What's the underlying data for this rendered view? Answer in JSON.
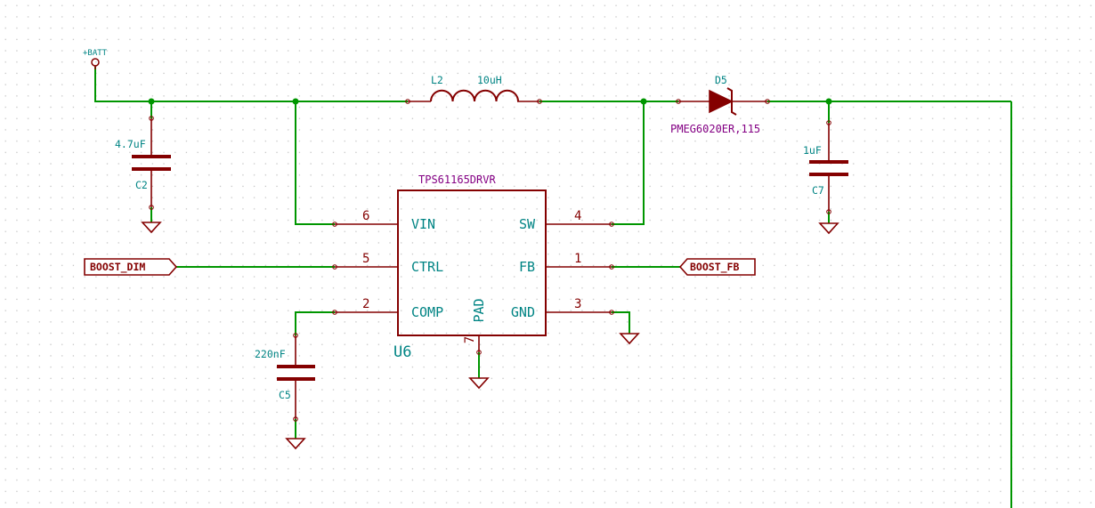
{
  "power": {
    "batt": "+BATT"
  },
  "inductor": {
    "ref": "L2",
    "value": "10uH"
  },
  "diode": {
    "ref": "D5",
    "part": "PMEG6020ER,115"
  },
  "caps": {
    "c2": {
      "ref": "C2",
      "value": "4.7uF"
    },
    "c7": {
      "ref": "C7",
      "value": "1uF"
    },
    "c5": {
      "ref": "C5",
      "value": "220nF"
    }
  },
  "ic": {
    "part": "TPS61165DRVR",
    "ref": "U6",
    "pins": {
      "vin": {
        "name": "VIN",
        "num": "6"
      },
      "ctrl": {
        "name": "CTRL",
        "num": "5"
      },
      "comp": {
        "name": "COMP",
        "num": "2"
      },
      "pad": {
        "name": "PAD",
        "num": "7"
      },
      "sw": {
        "name": "SW",
        "num": "4"
      },
      "fb": {
        "name": "FB",
        "num": "1"
      },
      "gnd": {
        "name": "GND",
        "num": "3"
      }
    }
  },
  "labels": {
    "boost_dim": "BOOST_DIM",
    "boost_fb": "BOOST_FB"
  },
  "colors": {
    "wire": "#009600",
    "component": "#840000",
    "field_text": "#008484",
    "part_text": "#840084",
    "grid_dot": "#c8c8c8",
    "background": "#ffffff"
  }
}
